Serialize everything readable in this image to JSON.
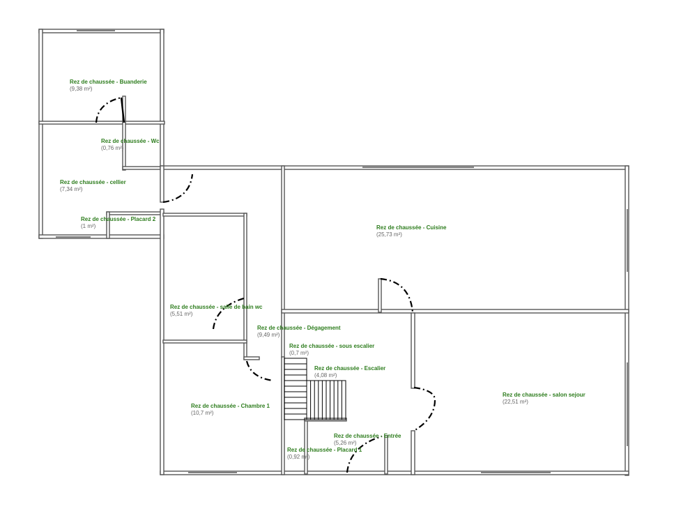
{
  "plan": {
    "colors": {
      "wall": "#555555",
      "label": "#2e7d1e",
      "area": "#666666",
      "door": "#000000"
    },
    "rooms": [
      {
        "id": "buanderie",
        "name": "Rez de chaussée - Buanderie",
        "area": "(9,38 m²)"
      },
      {
        "id": "wc",
        "name": "Rez de chaussée - Wc",
        "area": "(0,76 m²)"
      },
      {
        "id": "cellier",
        "name": "Rez de chaussée - cellier",
        "area": "(7,34 m²)"
      },
      {
        "id": "placard2",
        "name": "Rez de chaussée - Placard 2",
        "area": "(1 m²)"
      },
      {
        "id": "cuisine",
        "name": "Rez de chaussée - Cuisine",
        "area": "(25,73 m²)"
      },
      {
        "id": "sdb",
        "name": "Rez de chaussée - salle de bain wc",
        "area": "(5,51 m²)"
      },
      {
        "id": "degagement",
        "name": "Rez de chaussée - Dégagement",
        "area": "(9,49 m²)"
      },
      {
        "id": "sous-escalier",
        "name": "Rez de chaussée - sous escalier",
        "area": "(0,7 m²)"
      },
      {
        "id": "escalier",
        "name": "Rez de chaussée - Escalier",
        "area": "(4,08 m²)"
      },
      {
        "id": "salon",
        "name": "Rez de chaussée - salon sejour",
        "area": "(22,51 m²)"
      },
      {
        "id": "chambre1",
        "name": "Rez de chaussée - Chambre 1",
        "area": "(10,7 m²)"
      },
      {
        "id": "entree",
        "name": "Rez de chaussée - Entrée",
        "area": "(5,26 m²)"
      },
      {
        "id": "placard1",
        "name": "Rez de chaussée - Placard 1",
        "area": "(0,92 m²)"
      }
    ]
  }
}
